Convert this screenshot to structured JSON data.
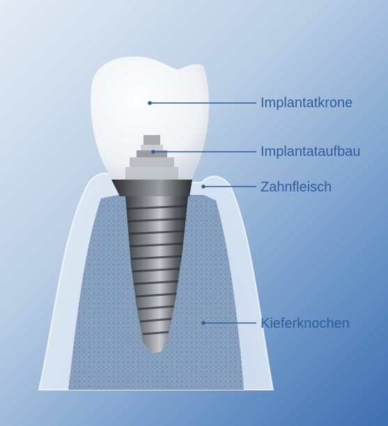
{
  "labels": {
    "implant_crown": "Implantatkrone",
    "abutment": "Implantataufbau",
    "gum": "Zahnfleisch",
    "jaw_bone": "Kieferknochen"
  },
  "colors": {
    "label_text": "#2e5d9e",
    "leader_line": "#2e5d9e",
    "background_dark": "#3f6fb0",
    "background_light": "#e4ecf5"
  }
}
